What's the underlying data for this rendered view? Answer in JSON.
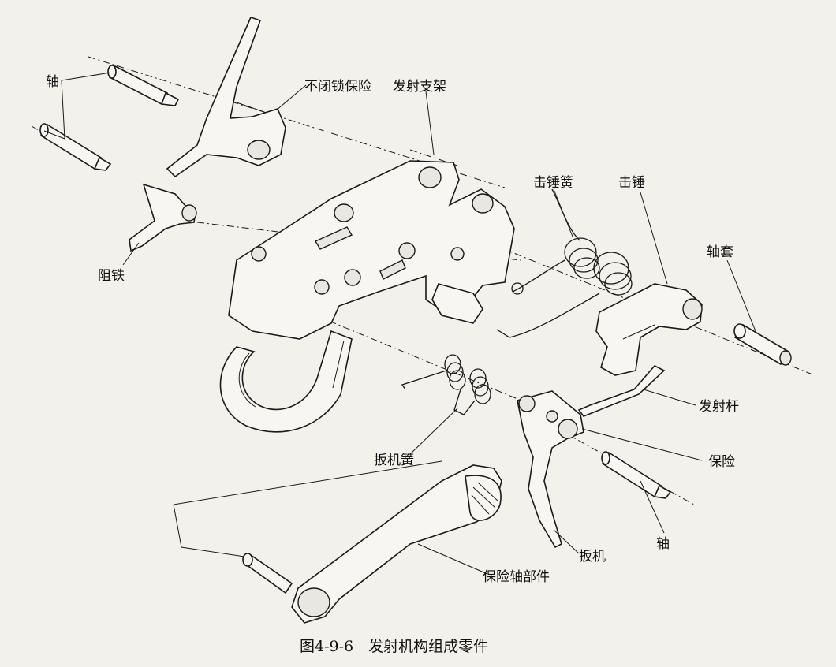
{
  "labels": {
    "shaft_top": "轴",
    "no_lock_safety": "不闭锁保险",
    "firing_bracket": "发射支架",
    "hammer_spring": "击锤簧",
    "hammer": "击锤",
    "sleeve": "轴套",
    "sear": "阻铁",
    "firing_rod": "发射杆",
    "safety": "保险",
    "trigger_spring": "扳机簧",
    "shaft_bottom": "轴",
    "trigger": "扳机",
    "safety_shaft_assembly": "保险轴部件"
  },
  "caption": "图4-9-6　发射机构组成零件"
}
